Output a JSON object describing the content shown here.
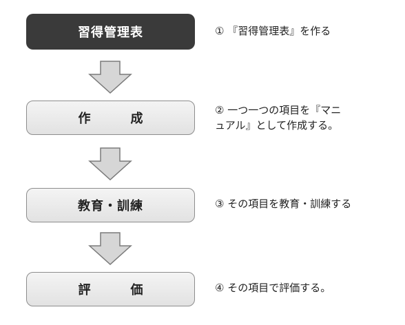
{
  "flow": {
    "boxes": [
      {
        "label": "習得管理表"
      },
      {
        "label": "作成"
      },
      {
        "label": "教育・訓練"
      },
      {
        "label": "評価"
      }
    ],
    "steps": [
      "① 『習得管理表』を作る",
      "② 一つ一つの項目を『マニ\n  ュアル』として作成する。",
      "③ その項目を教育・訓練する",
      "④ その項目で評価する。"
    ]
  },
  "colors": {
    "dark_box": "#3a3a3a",
    "light_box": "#e8e8e8",
    "arrow": "#d6d6d6"
  }
}
